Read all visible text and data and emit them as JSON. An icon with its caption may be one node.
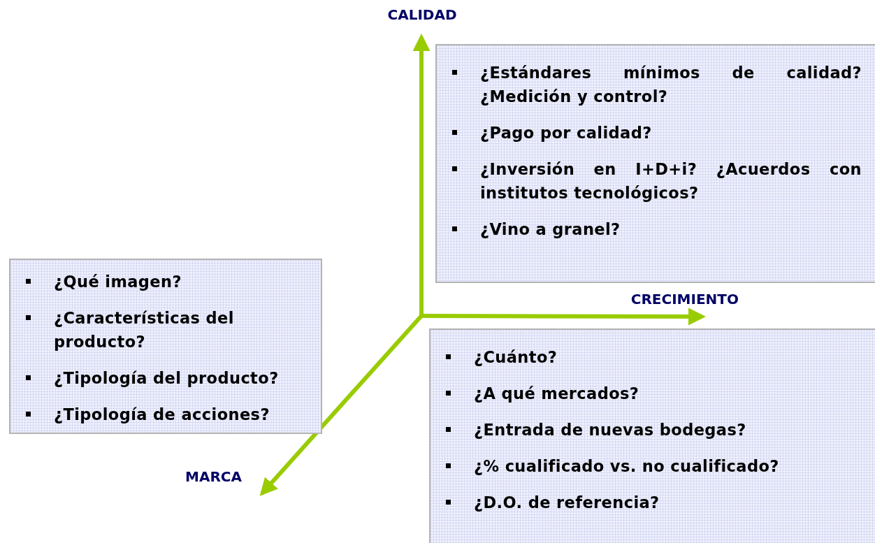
{
  "diagram": {
    "nodes": [
      {
        "text": [
          "¿Estándares mínimos de calidad? ¿Medición y control?",
          "¿Pago por calidad?",
          "¿Inversión en I+D+i?  ¿Acuerdos con institutos tecnológicos?",
          "¿Vino a granel?"
        ]
      },
      {
        "text": [
          "¿Qué imagen?",
          "¿Características del producto?",
          "¿Tipología del producto?",
          "¿Tipología de acciones?"
        ]
      },
      {
        "text": [
          "¿Cuánto?",
          "¿A qué mercados?",
          "¿Entrada de nuevas bodegas?",
          "¿% cualificado vs. no cualificado?",
          "¿D.O. de referencia?"
        ]
      },
      {
        "text": [
          "CALIDAD"
        ]
      },
      {
        "text": [
          "CRECIMIENTO"
        ]
      },
      {
        "text": [
          "MARCA"
        ]
      }
    ],
    "edges": [
      {
        "from": null,
        "to": 3,
        "arrow": "to"
      },
      {
        "from": null,
        "to": 4,
        "arrow": "to"
      },
      {
        "from": null,
        "to": 5,
        "arrow": "to"
      }
    ]
  }
}
